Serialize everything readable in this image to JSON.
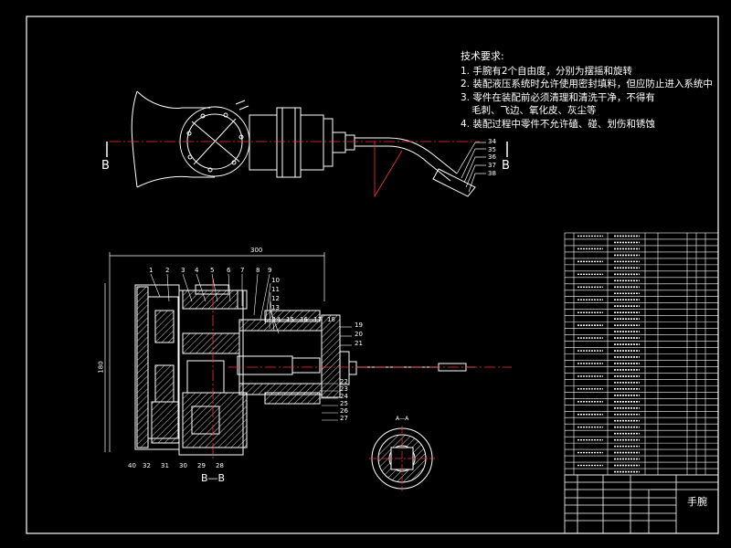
{
  "notes": {
    "header": "技术要求:",
    "items": [
      "1. 手腕有2个自由度，分别为摆摇和旋转",
      "2. 装配液压系统时允许使用密封填料，但应防止进入系统中",
      "3. 零件在装配前必须清理和清洗干净，不得有",
      "毛刺、飞边、氧化皮、灰尘等",
      "4. 装配过程中零件不允许磕、碰、划伤和锈蚀"
    ]
  },
  "view_labels": {
    "section_left": "B",
    "section_right": "B",
    "section_view": "B—B"
  },
  "callouts_top": [
    "34",
    "35",
    "36",
    "37",
    "38"
  ],
  "callouts_section_top": [
    "1",
    "2",
    "3",
    "4",
    "5",
    "6",
    "7",
    "8",
    "9",
    "10",
    "11",
    "12",
    "13",
    "14",
    "15",
    "16",
    "17",
    "18",
    "19",
    "20",
    "21"
  ],
  "callouts_section_right": [
    "22",
    "23",
    "24",
    "25",
    "26",
    "27"
  ],
  "callouts_section_bottom": [
    "40",
    "32",
    "31",
    "30",
    "29",
    "28"
  ],
  "dimensions": {
    "horizontal": "300",
    "vertical": "180",
    "detail_label": "A—A"
  },
  "title_block": {
    "drawing_title": "手腕"
  },
  "colors": {
    "background": "#000000",
    "line": "#ffffff",
    "center_line": "#ff3030",
    "hatch": "#ffffff",
    "frame": "#ffffff"
  }
}
